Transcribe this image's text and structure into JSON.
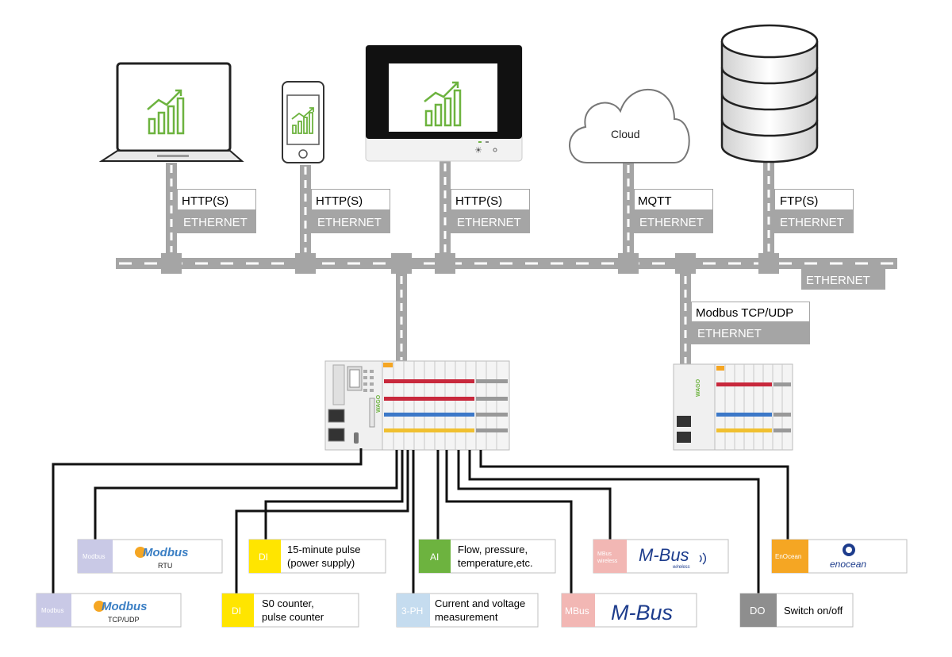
{
  "cloud_label": "Cloud",
  "top_links": [
    {
      "protocol": "HTTP(S)",
      "medium": "ETHERNET"
    },
    {
      "protocol": "HTTP(S)",
      "medium": "ETHERNET"
    },
    {
      "protocol": "HTTP(S)",
      "medium": "ETHERNET"
    },
    {
      "protocol": "MQTT",
      "medium": "ETHERNET"
    },
    {
      "protocol": "FTP(S)",
      "medium": "ETHERNET"
    }
  ],
  "bus_label": "ETHERNET",
  "modbus_link": {
    "protocol": "Modbus TCP/UDP",
    "medium": "ETHERNET"
  },
  "controller_logo": "WAGO",
  "field_devices": {
    "modbus_rtu": {
      "tag": "Modbus",
      "logo": "Modbus",
      "sub": "RTU"
    },
    "modbus_tcp": {
      "tag": "Modbus",
      "logo": "Modbus",
      "sub": "TCP/UDP"
    },
    "di_15min": {
      "tag": "DI",
      "line1": "15-minute pulse",
      "line2": "(power supply)"
    },
    "di_s0": {
      "tag": "DI",
      "line1": "S0 counter,",
      "line2": "pulse counter"
    },
    "ai": {
      "tag": "AI",
      "line1": "Flow, pressure,",
      "line2": "temperature,etc."
    },
    "three_ph": {
      "tag": "3-PH",
      "line1": "Current and voltage",
      "line2": "measurement"
    },
    "mbus_wireless": {
      "tag1": "MBus",
      "tag2": "wireless",
      "logo": "M-Bus",
      "sub": "wireless"
    },
    "mbus": {
      "tag": "MBus",
      "logo": "M-Bus"
    },
    "enocean": {
      "tag": "EnOcean",
      "logo": "enocean"
    },
    "do": {
      "tag": "DO",
      "line1": "Switch on/off"
    }
  },
  "colors": {
    "link_gray": "#a5a5a5",
    "box_gray": "#9a9a9a",
    "chart_green": "#6db33f",
    "di_yellow": "#ffe500",
    "ai_green": "#6db33f",
    "three_ph_blue": "#c5dcef",
    "mbus_pink": "#f2b7b4",
    "modbus_lavender": "#c9c9e6",
    "enocean_orange": "#f5a623",
    "do_gray": "#8e8e8e"
  }
}
